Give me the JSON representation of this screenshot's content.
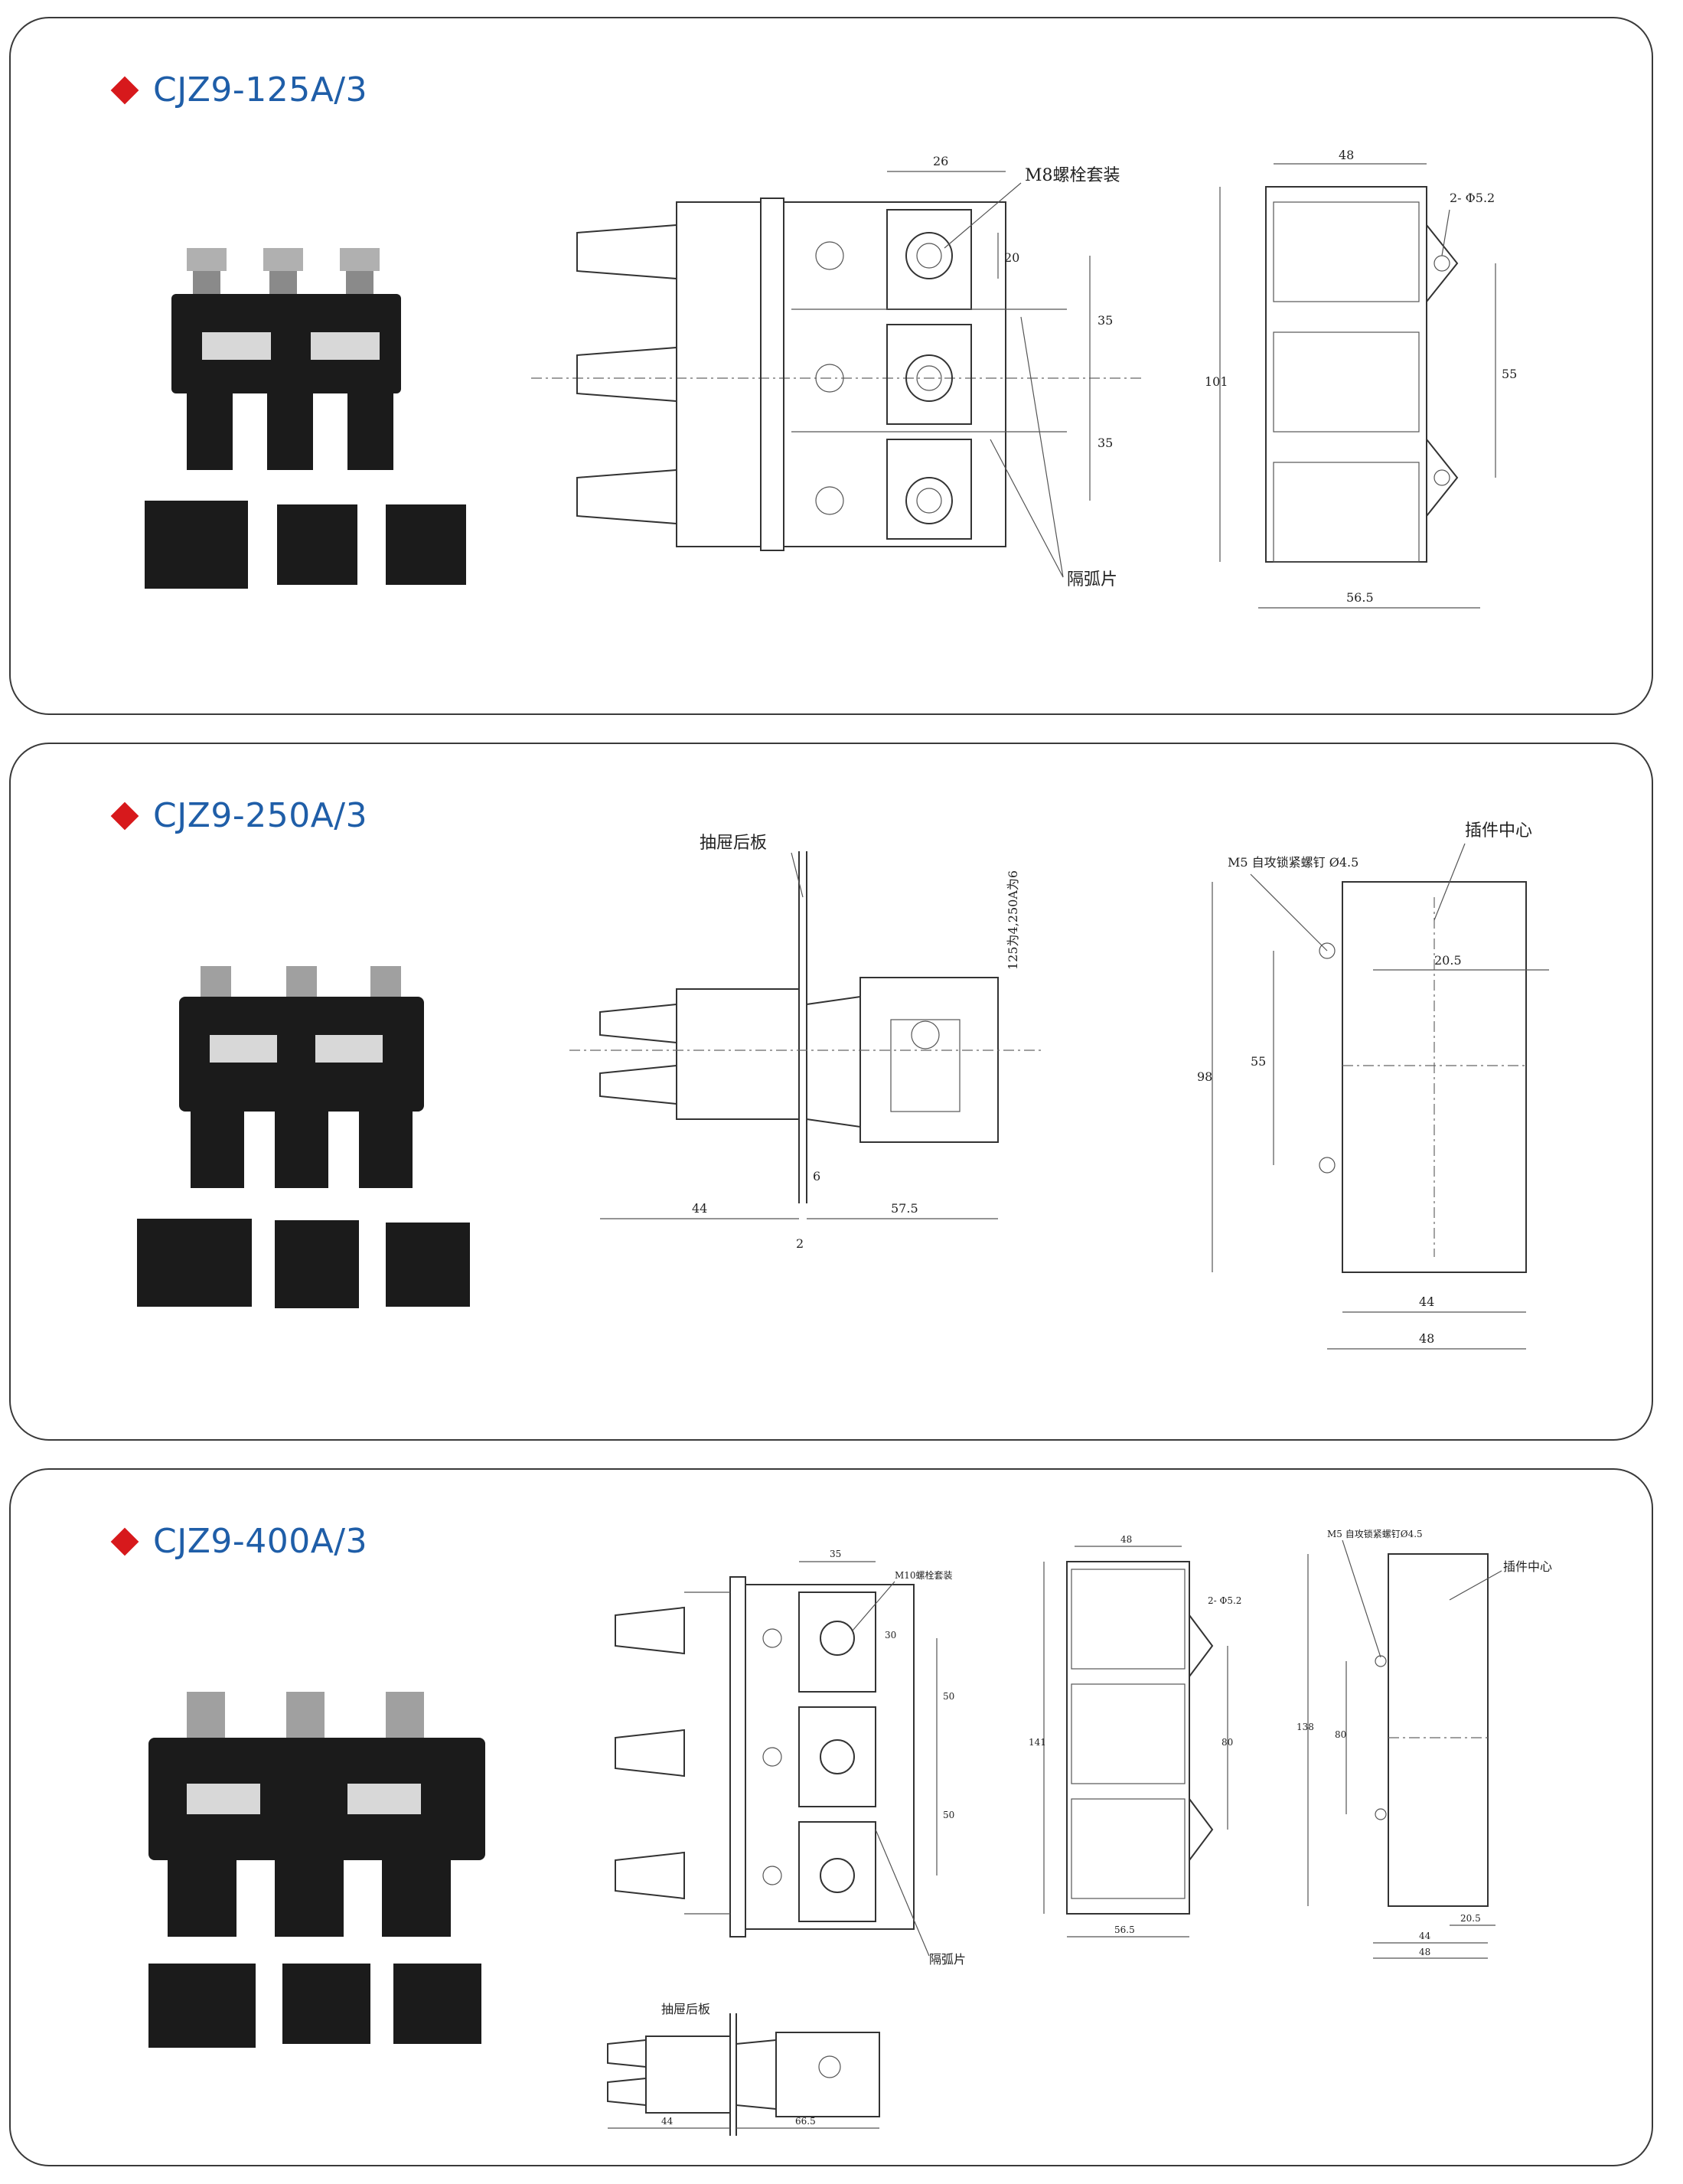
{
  "accent": "#d7191c",
  "title_color": "#1f5ea8",
  "sections": [
    {
      "title": "CJZ9-125A/3",
      "labels": {
        "bolt": "M8螺栓套装",
        "arc": "隔弧片",
        "hole": "2- Φ5.2"
      },
      "dims": {
        "d26": "26",
        "d20": "20",
        "d35a": "35",
        "d35b": "35",
        "d48": "48",
        "d101": "101",
        "d55": "55",
        "d565": "56.5"
      }
    },
    {
      "title": "CJZ9-250A/3",
      "labels": {
        "panel": "抽屉后板",
        "note": "125为4,250A为6",
        "screw": "M5 自攻锁紧螺钉 Ø4.5",
        "center": "插件中心"
      },
      "dims": {
        "d44": "44",
        "d575": "57.5",
        "d6": "6",
        "d2": "2",
        "d98": "98",
        "d55": "55",
        "d205": "20.5",
        "d44b": "44",
        "d48": "48"
      }
    },
    {
      "title": "CJZ9-400A/3",
      "labels": {
        "bolt": "M10螺栓套装",
        "arc": "隔弧片",
        "panel": "抽屉后板",
        "hole": "2- Φ5.2",
        "screw": "M5 自攻锁紧螺钉Ø4.5",
        "center": "插件中心"
      },
      "dims": {
        "d35": "35",
        "d30": "30",
        "d50a": "50",
        "d50b": "50",
        "d48": "48",
        "d141": "141",
        "d80": "80",
        "d565": "56.5",
        "d44": "44",
        "d665": "66.5",
        "d138": "138",
        "d80b": "80",
        "d205": "20.5",
        "d44b": "44",
        "d48b": "48"
      }
    }
  ]
}
